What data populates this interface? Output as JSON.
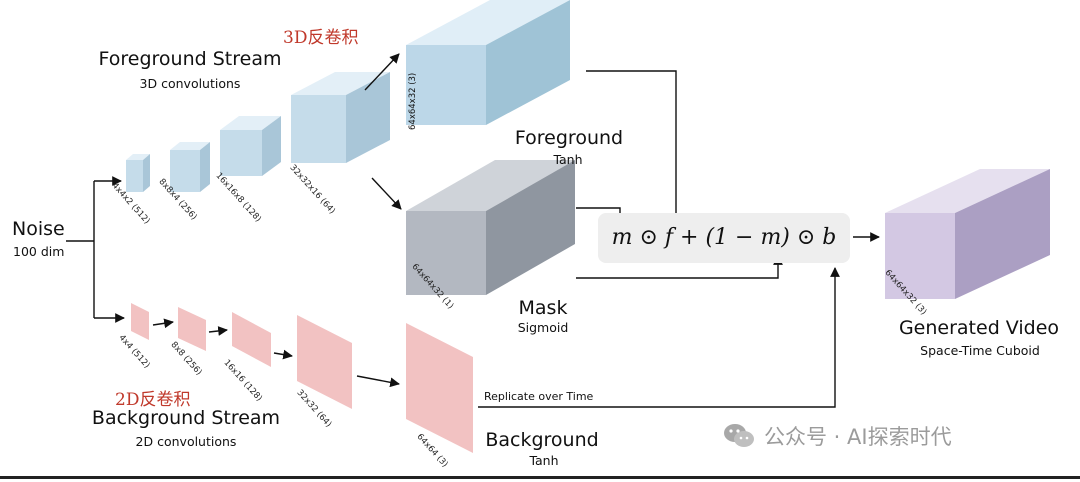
{
  "noise": {
    "title": "Noise",
    "subtitle": "100 dim"
  },
  "foreground_stream": {
    "title": "Foreground Stream",
    "subtitle": "3D convolutions",
    "annotation": "3D反卷积"
  },
  "background_stream": {
    "title": "Background Stream",
    "subtitle": "2D convolutions",
    "annotation": "2D反卷积"
  },
  "fg_layers": [
    "4x4x2 (512)",
    "8x8x4 (256)",
    "16x16x8 (128)",
    "32x32x16 (64)"
  ],
  "bg_layers": [
    "4x4 (512)",
    "8x8 (256)",
    "16x16 (128)",
    "32x32 (64)",
    "64x64 (3)"
  ],
  "foreground_output": {
    "dims": "64x64x32 (3)",
    "title": "Foreground",
    "subtitle": "Tanh"
  },
  "mask_output": {
    "dims": "64x64x32 (1)",
    "title": "Mask",
    "subtitle": "Sigmoid"
  },
  "background_output": {
    "title": "Background",
    "subtitle": "Tanh"
  },
  "replicate_label": "Replicate  over Time",
  "equation": "m ⊙ f + (1 − m) ⊙ b",
  "generated_video": {
    "dims": "64x64x32 (3)",
    "title": "Generated Video",
    "subtitle": "Space-Time Cuboid"
  },
  "watermark": "公众号 · AI探索时代",
  "colors": {
    "fg_cube": "#c5dcea",
    "mask_cube": "#a9b0bb",
    "bg_plane": "#f2c2c2",
    "gen_cube": "#d3c8e3",
    "annotation": "#c0392b"
  }
}
